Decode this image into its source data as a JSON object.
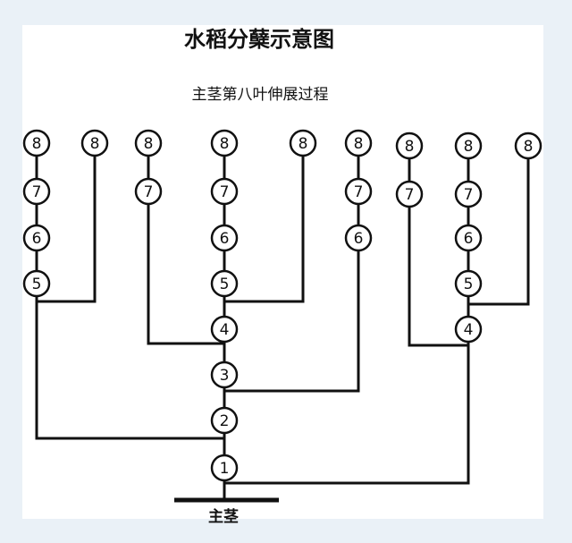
{
  "title": "水稻分蘖示意图",
  "subtitle": "主茎第八叶伸展过程",
  "base_label": "主茎",
  "main_stem": {
    "name": "主茎",
    "nodes": [
      "1",
      "2",
      "3",
      "4",
      "5",
      "6",
      "7",
      "8"
    ]
  },
  "tillers": [
    {
      "name": "tiller-node-2",
      "from_node": "2",
      "nodes": [
        "5",
        "6",
        "7",
        "8"
      ]
    },
    {
      "name": "tiller-node-2-secondary",
      "from_node": "5",
      "nodes": [
        "8"
      ]
    },
    {
      "name": "tiller-node-4",
      "from_node": "4",
      "nodes": [
        "7",
        "8"
      ]
    },
    {
      "name": "tiller-node-5",
      "from_node": "5",
      "nodes": [
        "8"
      ]
    },
    {
      "name": "tiller-node-3",
      "from_node": "3",
      "nodes": [
        "6",
        "7",
        "8"
      ]
    },
    {
      "name": "tiller-node-1",
      "from_node": "1",
      "nodes": [
        "4",
        "5",
        "6",
        "7",
        "8"
      ]
    },
    {
      "name": "tiller-node-1-left",
      "from_node": "4",
      "nodes": [
        "7",
        "8"
      ]
    },
    {
      "name": "tiller-node-1-right",
      "from_node": "5",
      "nodes": [
        "8"
      ]
    }
  ]
}
